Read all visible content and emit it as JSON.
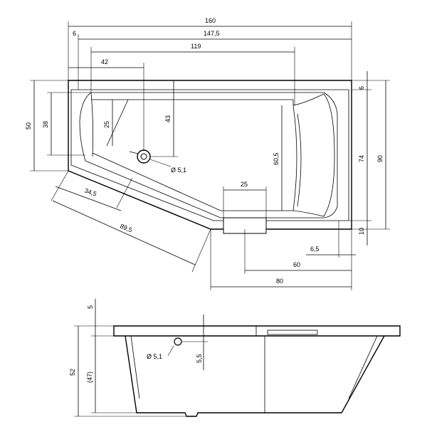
{
  "top_view": {
    "dimensions": {
      "overall_width": "160",
      "inner_width": "147,5",
      "left_offset": "6",
      "width_119": "119",
      "drain_x": "42",
      "drain_y": "43",
      "depth_50": "50",
      "depth_38": "38",
      "depth_25": "25",
      "inner_length": "60,5",
      "right_depth_74": "74",
      "right_depth_90": "90",
      "rim_6": "6",
      "rim_10": "10",
      "seat_25": "25",
      "diag_34_5": "34,5",
      "diag_89_5": "89,5",
      "bottom_6_5": "6,5",
      "bottom_60": "60",
      "bottom_80": "80",
      "drain_diameter": "Ø 5,1"
    }
  },
  "side_view": {
    "dimensions": {
      "rim_5": "5",
      "height_52": "52",
      "height_47": "(47)",
      "overflow_diameter": "Ø 5,1",
      "overflow_5_5": "5,5"
    }
  }
}
